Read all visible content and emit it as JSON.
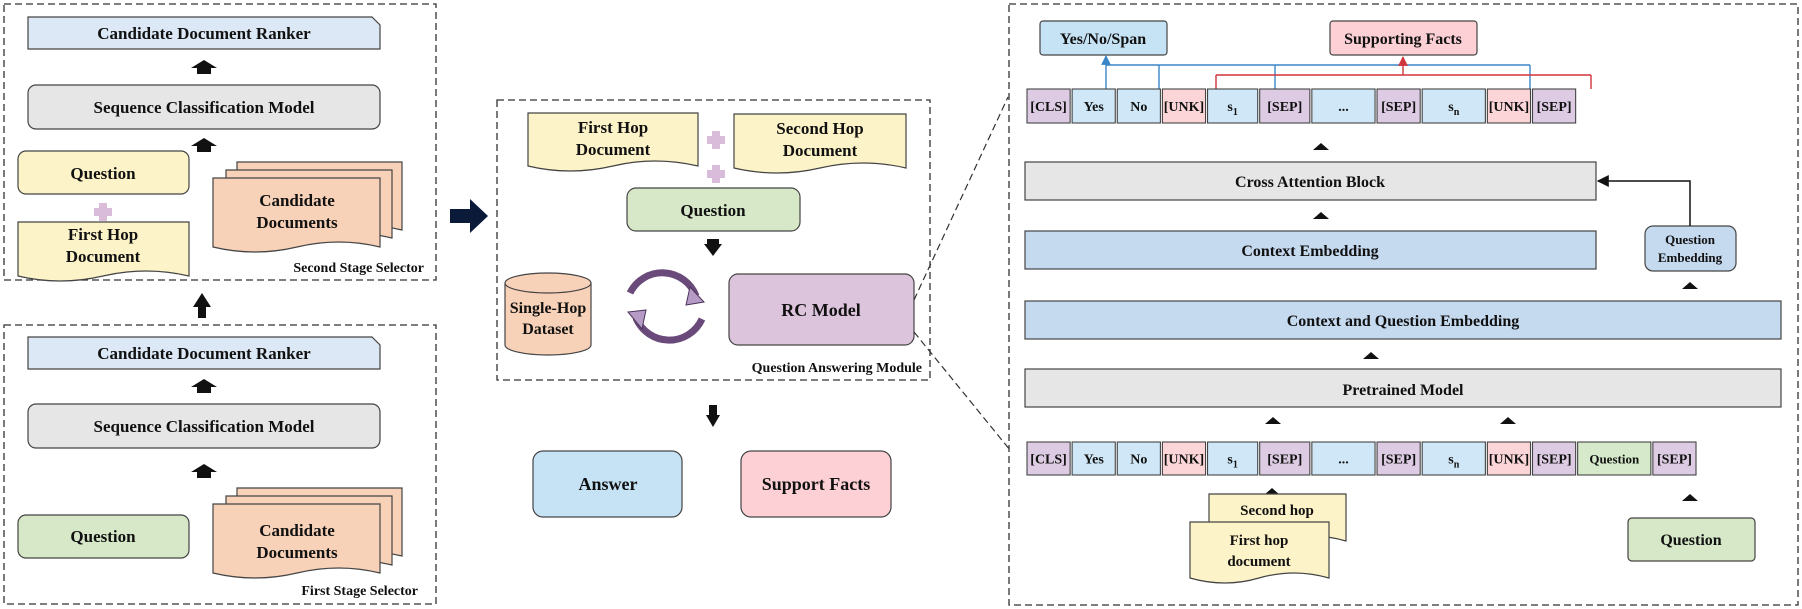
{
  "left_panel": {
    "second_stage": {
      "ranker": "Candidate Document Ranker",
      "classifier": "Sequence Classification Model",
      "question": "Question",
      "first_hop_l1": "First Hop",
      "first_hop_l2": "Document",
      "candidates_l1": "Candidate",
      "candidates_l2": "Documents",
      "caption": "Second Stage Selector"
    },
    "first_stage": {
      "ranker": "Candidate Document Ranker",
      "classifier": "Sequence Classification Model",
      "question": "Question",
      "candidates_l1": "Candidate",
      "candidates_l2": "Documents",
      "caption": "First Stage Selector"
    }
  },
  "middle_panel": {
    "first_hop_l1": "First Hop",
    "first_hop_l2": "Document",
    "second_hop_l1": "Second Hop",
    "second_hop_l2": "Document",
    "question": "Question",
    "dataset_l1": "Single-Hop",
    "dataset_l2": "Dataset",
    "rc_model": "RC Model",
    "caption": "Question Answering Module",
    "answer": "Answer",
    "support_facts": "Support Facts"
  },
  "right_panel": {
    "yes_no_span": "Yes/No/Span",
    "supporting_facts": "Supporting Facts",
    "output_tokens": [
      "[CLS]",
      "Yes",
      "No",
      "[UNK]",
      "s",
      "[SEP]",
      "...",
      "[SEP]",
      "s",
      "[UNK]",
      "[SEP]"
    ],
    "output_subscripts": [
      "",
      "",
      "",
      "",
      "1",
      "",
      "",
      "",
      "n",
      "",
      ""
    ],
    "cross_attention": "Cross Attention Block",
    "context_embedding": "Context Embedding",
    "question_embedding_l1": "Question",
    "question_embedding_l2": "Embedding",
    "context_question_embedding": "Context and Question Embedding",
    "pretrained_model": "Pretrained Model",
    "input_tokens": [
      "[CLS]",
      "Yes",
      "No",
      "[UNK]",
      "s",
      "[SEP]",
      "...",
      "[SEP]",
      "s",
      "[UNK]",
      "[SEP]",
      "Question",
      "[SEP]"
    ],
    "input_subscripts": [
      "",
      "",
      "",
      "",
      "1",
      "",
      "",
      "",
      "n",
      "",
      "",
      "",
      ""
    ],
    "second_hop": "Second hop",
    "first_hop_l1": "First hop",
    "first_hop_l2": "document",
    "question": "Question"
  },
  "colors": {
    "blue_box": "#dce8f5",
    "gray_box": "#e6e6e6",
    "yellow_doc": "#fdf3c8",
    "orange_doc": "#f8d2b8",
    "green_box": "#d6e8c8",
    "purple_box": "#dcc4dc",
    "light_blue": "#c6e2f5",
    "pink_box": "#fcd0d4",
    "token_purple": "#dccbe2",
    "token_blue": "#cfe7f7",
    "token_pink": "#fbd5d8",
    "token_green": "#d6eacb",
    "wide_blue": "#c5d9ef",
    "arrow_blue": "#3a86c8",
    "arrow_red": "#d0343c"
  }
}
